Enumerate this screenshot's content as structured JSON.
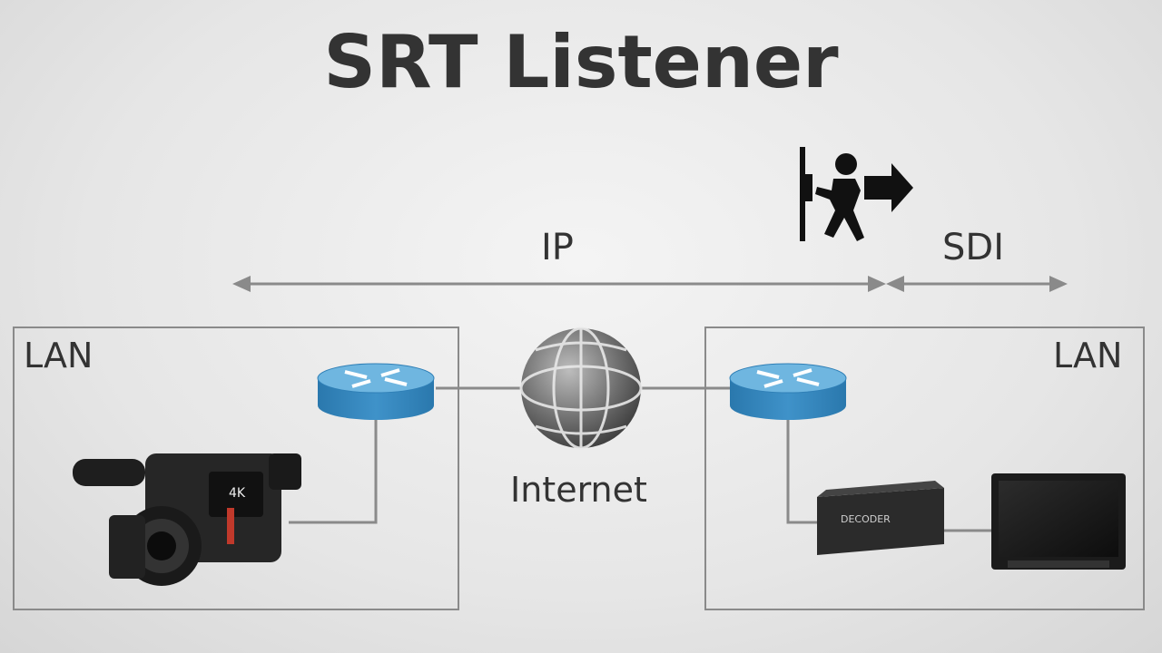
{
  "title": "SRT Listener",
  "labels": {
    "ip": "IP",
    "sdi": "SDI",
    "lan_left": "LAN",
    "lan_right": "LAN",
    "internet": "Internet"
  },
  "devices": {
    "camera_badge": "4K",
    "decoder_text": "DECODER"
  },
  "colors": {
    "router_top": "#5aa6d6",
    "router_side": "#2f7fb6",
    "line": "#8a8a8a",
    "text": "#333333"
  }
}
